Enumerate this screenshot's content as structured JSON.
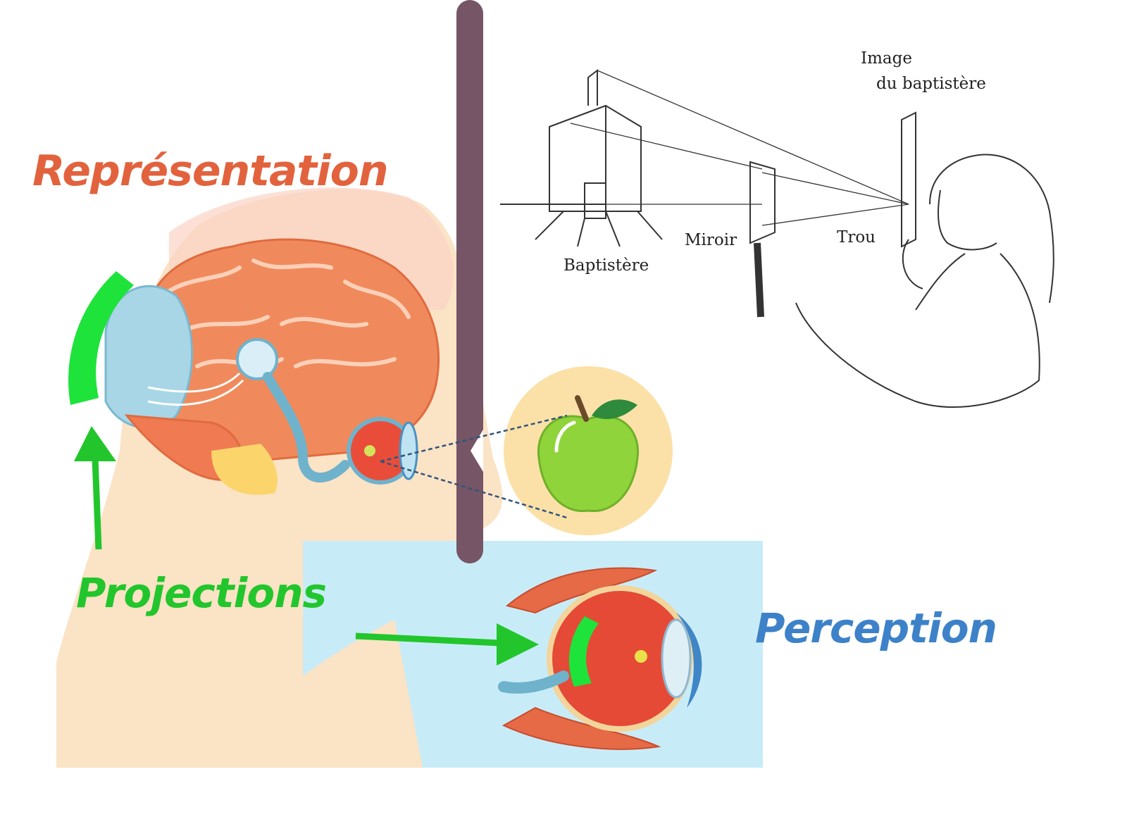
{
  "labels": {
    "representation": "Représentation",
    "projections": "Projections",
    "perception": "Perception"
  },
  "drawing": {
    "image_line1": "Image",
    "image_line2": "du baptistère",
    "baptistere": "Baptistère",
    "miroir": "Miroir",
    "trou": "Trou"
  },
  "colors": {
    "representation": "#e2623d",
    "projections": "#22c62c",
    "perception": "#3d82c8",
    "divider": "#765566",
    "eye_panel_bg": "#c8ecf7",
    "head_skin": "#fbe3c6",
    "brain": "#f08a5c"
  }
}
